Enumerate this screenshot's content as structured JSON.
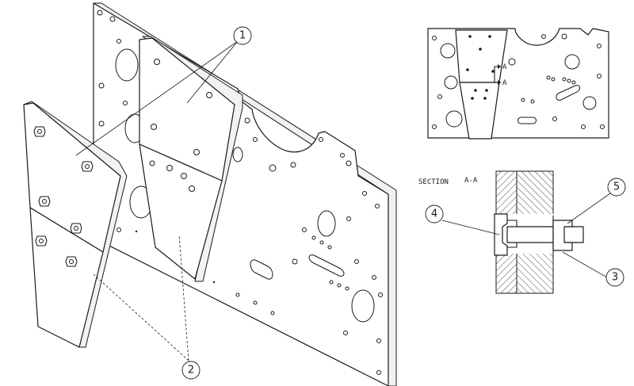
{
  "callouts": [
    {
      "id": "1",
      "label": "1"
    },
    {
      "id": "2",
      "label": "2"
    },
    {
      "id": "3",
      "label": "3"
    },
    {
      "id": "4",
      "label": "4"
    },
    {
      "id": "5",
      "label": "5"
    }
  ],
  "section": {
    "title": "SECTION",
    "name": "A-A",
    "marker": "A"
  }
}
